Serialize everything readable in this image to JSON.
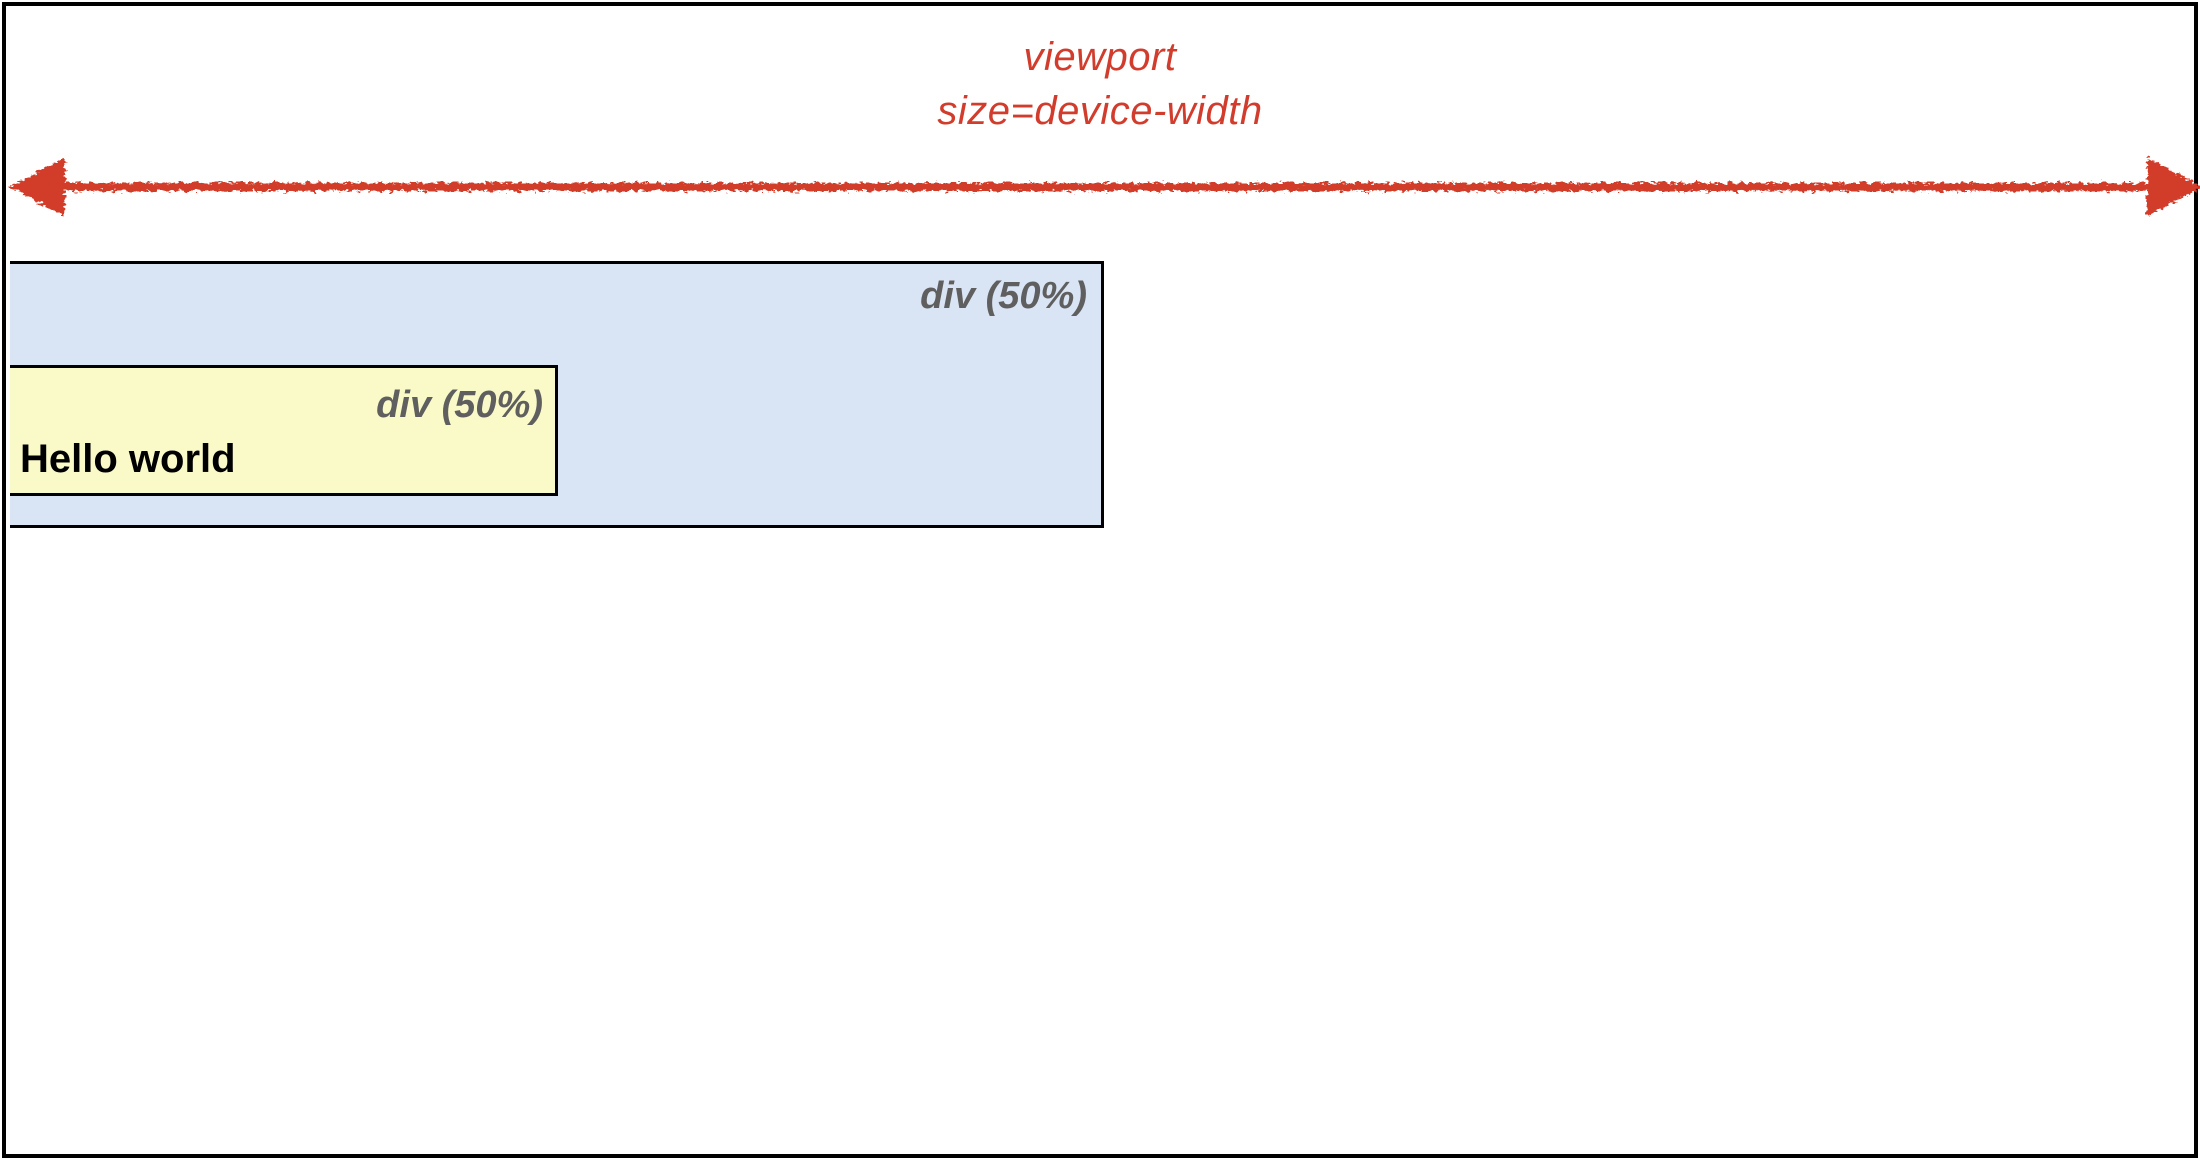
{
  "viewport": {
    "label_line1": "viewport",
    "label_line2": "size=device-width",
    "annotation_color": "#d23c2c"
  },
  "outer_div": {
    "label": "div (50%)",
    "background_color": "#d9e5f5"
  },
  "inner_div": {
    "label": "div (50%)",
    "content": "Hello world",
    "background_color": "#fafac9"
  },
  "label_color": "#5f5f5f",
  "border_color": "#000000"
}
